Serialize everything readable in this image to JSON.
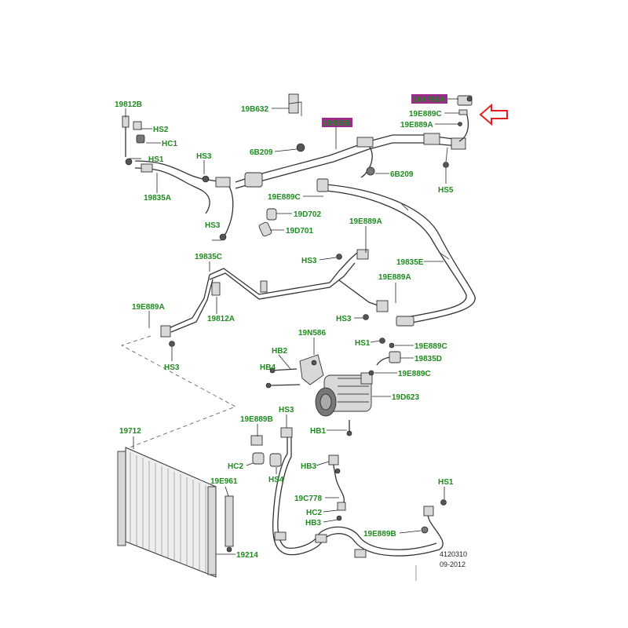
{
  "colors": {
    "label": "#1e8a1e",
    "highlight_bg": "#9b2a8c",
    "highlight_text": "#1e8a1e",
    "arrow": "#e02020",
    "line": "#333333"
  },
  "labels": {
    "l19812B": "19812B",
    "lHS2": "HS2",
    "lHC1": "HC1",
    "lHS1a": "HS1",
    "lHS3a": "HS3",
    "l19835A": "19835A",
    "l19B632": "19B632",
    "l6B209a": "6B209",
    "l19835B": "19835B",
    "l19A786": "19A786A",
    "l19E889Ca": "19E889C",
    "l19E889Aa": "19E889A",
    "l6B209b": "6B209",
    "lHS5": "HS5",
    "l19E889Cb": "19E889C",
    "l19D702": "19D702",
    "l19D701": "19D701",
    "lHS3b": "HS3",
    "l19835C": "19835C",
    "l19E889Ab": "19E889A",
    "lHS3c": "HS3",
    "l19835E": "19835E",
    "l19E889Ac": "19E889A",
    "lHS3d": "HS3",
    "l19E889Ad": "19E889A",
    "l19812A": "19812A",
    "lHS3e": "HS3",
    "l19N586": "19N586",
    "lHB2": "HB2",
    "lHB4": "HB4",
    "lHS1b": "HS1",
    "l19E889Cc": "19E889C",
    "l19835D": "19835D",
    "l19E889Cd": "19E889C",
    "l19D623": "19D623",
    "lHS3f": "HS3",
    "l19E889B": "19E889B",
    "lHB1": "HB1",
    "l19712": "19712",
    "lHC2a": "HC2",
    "lHS4": "HS4",
    "l19E961": "19E961",
    "lHB3a": "HB3",
    "l19C778": "19C778",
    "lHC2b": "HC2",
    "lHB3b": "HB3",
    "lHS1c": "HS1",
    "l19E889Bb": "19E889B",
    "l19214": "19214",
    "ref_number": "4120310",
    "ref_date": "09-2012"
  }
}
